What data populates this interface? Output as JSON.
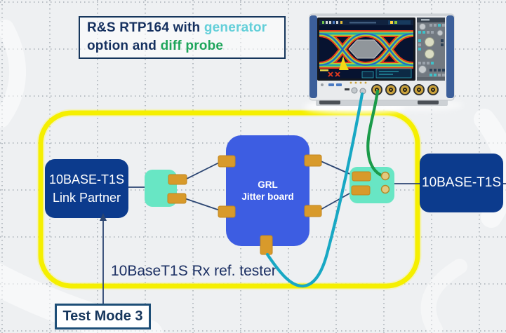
{
  "annotation": {
    "line1_text": "R&S RTP164 with ",
    "line1_highlight": "generator",
    "line2_text": "option and ",
    "line2_highlight": "diff probe"
  },
  "boxes": {
    "link_partner": {
      "line1": "10BASE-T1S",
      "line2": "Link Partner"
    },
    "jitter_board": {
      "line1": "GRL",
      "line2": "Jitter board"
    },
    "dut": {
      "label": "10BASE-T1S"
    },
    "test_mode": {
      "label": "Test Mode 3"
    }
  },
  "labels": {
    "tester_region": "10BaseT1S Rx ref. tester"
  },
  "components": {
    "oscilloscope": "rs-rtp164-oscilloscope-image",
    "teal_cable": "generator-output-cable",
    "green_cable": "diff-probe-cable",
    "couplers": "mint-coupler-block",
    "pads": "orange-connector-pad",
    "terminals": "gold-screw-terminal"
  },
  "colors": {
    "background": "#eef0f2",
    "grid_dots": "#7d8791",
    "boundary_yellow": "#f5ef00",
    "node_navy": "#0c3b8d",
    "board_blue": "#3d5de2",
    "coupler_mint": "#68e6c4",
    "pad_orange": "#d89a2b",
    "terminal_gold": "#e3c97e",
    "wire_navy": "#2b4572",
    "cable_teal": "#18a8c4",
    "cable_green": "#1b9b4a",
    "text_navy": "#15305f",
    "highlight_generator": "#63cfd9",
    "highlight_diff_probe": "#1ea55b"
  }
}
